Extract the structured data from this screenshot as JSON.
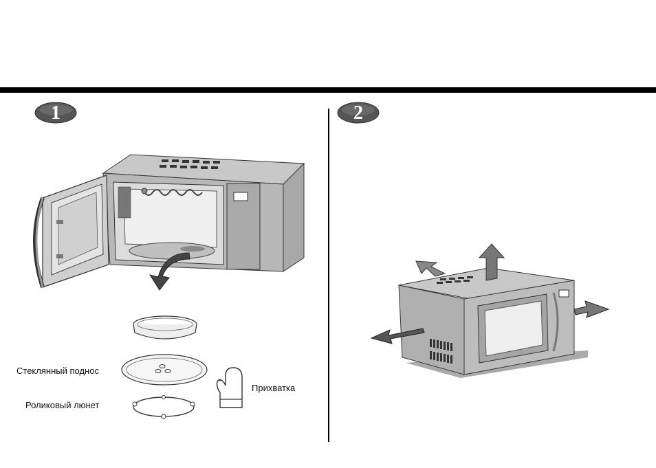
{
  "steps": [
    {
      "number": "1"
    },
    {
      "number": "2"
    }
  ],
  "labels": {
    "glass_tray": "Стеклянный поднос",
    "roller_ring": "Роликовый люнет",
    "oven_mitt": "Прихватка"
  },
  "colors": {
    "rule": "#000000",
    "badge_fill": "#555555",
    "illustration_body": "#b5b5b5",
    "illustration_dark": "#555555"
  }
}
